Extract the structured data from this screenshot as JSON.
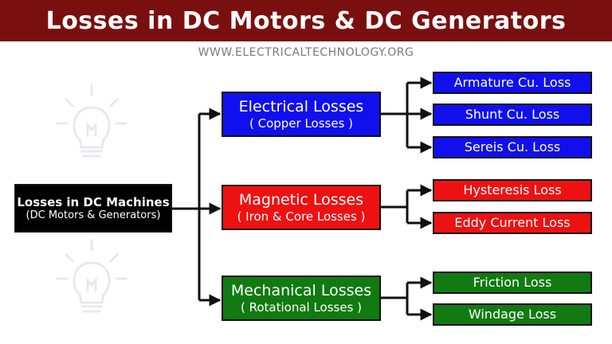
{
  "header": {
    "title": "Losses in DC Motors & DC Generators",
    "website": "WWW.ELECTRICALTECHNOLOGY.ORG"
  },
  "colors": {
    "banner": "#7a0f0f",
    "electrical": "#1010ee",
    "magnetic": "#ee1111",
    "mechanical": "#117a11",
    "root": "#000000"
  },
  "diagram": {
    "root": {
      "line1": "Losses in DC Machines",
      "line2": "(DC Motors & Generators)"
    },
    "electrical": {
      "line1": "Electrical Losses",
      "line2": "( Copper Losses )",
      "items": [
        "Armature Cu. Loss",
        "Shunt Cu. Loss",
        "Sereis Cu. Loss"
      ]
    },
    "magnetic": {
      "line1": "Magnetic Losses",
      "line2": "( Iron & Core Losses )",
      "items": [
        "Hysteresis Loss",
        "Eddy Current Loss"
      ]
    },
    "mechanical": {
      "line1": "Mechanical Losses",
      "line2": "( Rotational Losses )",
      "items": [
        "Friction Loss",
        "Windage Loss"
      ]
    }
  },
  "icons": [
    "lightbulb-icon",
    "lightbulb-icon"
  ]
}
